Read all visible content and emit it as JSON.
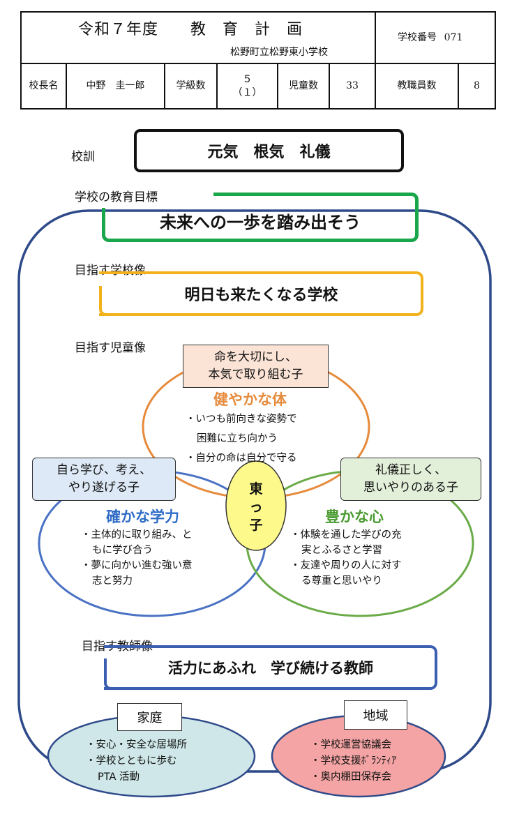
{
  "header": {
    "title": "令和７年度　　教　育　計　画",
    "school": "松野町立松野東小学校",
    "school_no_label": "学校番号",
    "school_no": "071",
    "principal_label": "校長名",
    "principal": "中野　圭一郎",
    "classes_label": "学級数",
    "classes": "５",
    "classes_sub": "（１）",
    "students_label": "児童数",
    "students": "33",
    "staff_label": "教職員数",
    "staff": "8"
  },
  "motto": {
    "label": "校訓",
    "text": "元気　根気　礼儀"
  },
  "goal": {
    "label": "学校の教育目標",
    "text": "未来への一歩を踏み出そう"
  },
  "school_image": {
    "label": "目指す学校像",
    "text": "明日も来たくなる学校"
  },
  "child_image": {
    "label": "目指す児童像",
    "center": "東っ子",
    "health": {
      "badge_line1": "命を大切にし、",
      "badge_line2": "本気で取り組む子",
      "title": "健やかな体",
      "bullet1": "・いつも前向きな姿勢で",
      "bullet1b": "困難に立ち向かう",
      "bullet2": "・自分の命は自分で守る"
    },
    "learning": {
      "badge_line1": "自ら学び、考え、",
      "badge_line2": "やり遂げる子",
      "title": "確かな学力",
      "bullet1": "・主体的に取り組み、と",
      "bullet1b": "もに学び合う",
      "bullet2": "・夢に向かい進む強い意",
      "bullet2b": "志と努力"
    },
    "heart": {
      "badge_line1": "礼儀正しく、",
      "badge_line2": "思いやりのある子",
      "title": "豊かな心",
      "bullet1": "・体験を通した学びの充",
      "bullet1b": "実とふるさと学習",
      "bullet2": "・友達や周りの人に対す",
      "bullet2b": "る尊重と思いやり"
    }
  },
  "teacher_image": {
    "label": "目指す教師像",
    "text": "活力にあふれ　学び続ける教師"
  },
  "family": {
    "label": "家庭",
    "item1": "・安心・安全な居場所",
    "item2": "・学校とともに歩む",
    "item2b": "PTA 活動"
  },
  "community": {
    "label": "地域",
    "item1": "・学校運営協議会",
    "item2": "・学校支援ﾎﾞﾗﾝﾃｨｱ",
    "item3": "・奥内棚田保存会"
  },
  "colors": {
    "frame": "#2f4a8a",
    "goal": "#1aa64a",
    "school": "#f2b21c",
    "health": "#e68a3c",
    "learning": "#4a72c4",
    "heart": "#6aab48",
    "health_badge": "#fbe3d6",
    "learning_badge": "#dde9f6",
    "heart_badge": "#e2efd9",
    "center": "#fdf98a",
    "family": "#cfe7e8",
    "community": "#f4a4a4"
  }
}
